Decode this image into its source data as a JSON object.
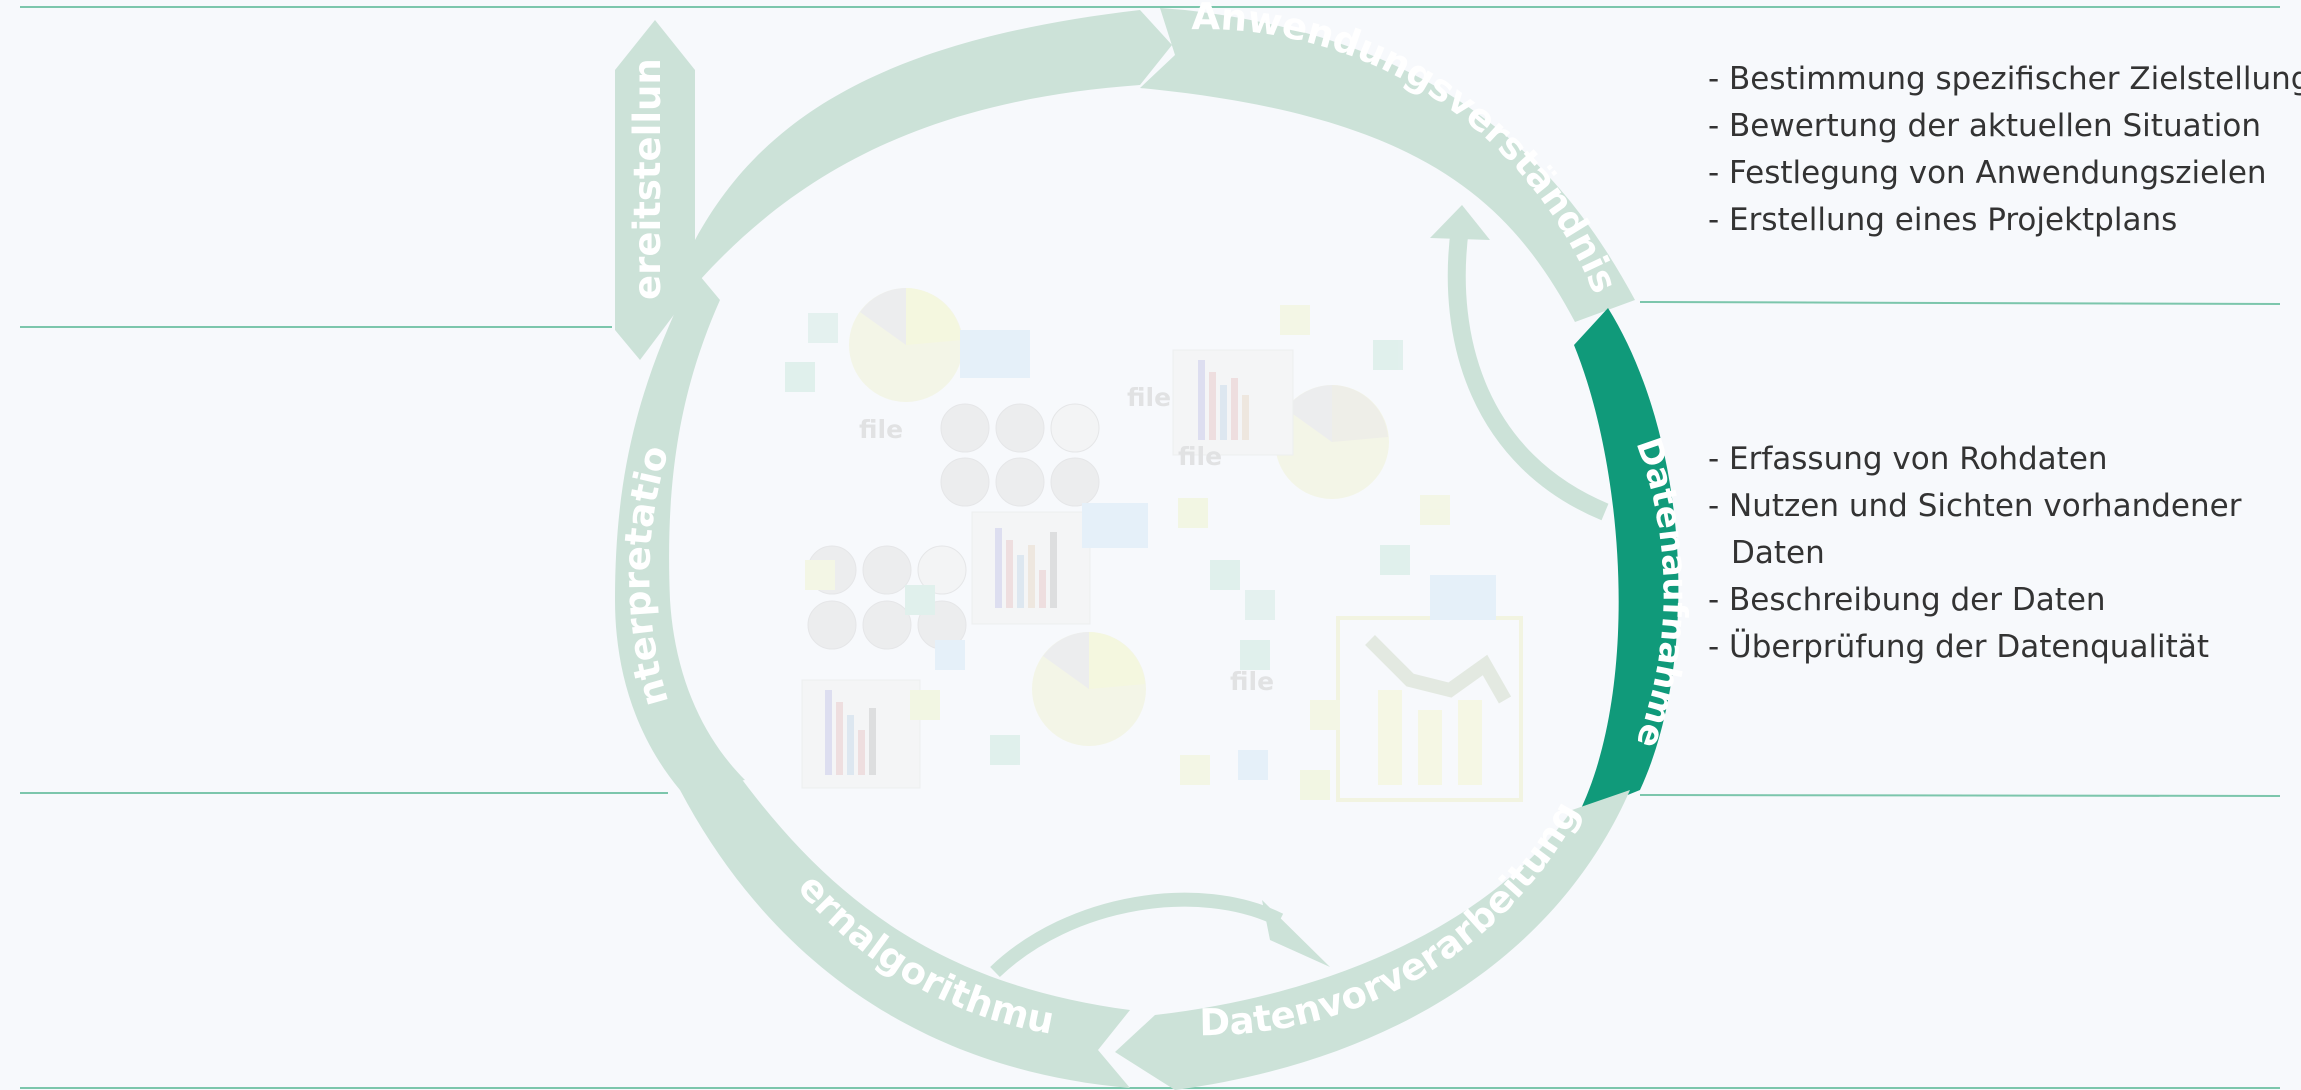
{
  "cycle": {
    "phases": [
      {
        "label": "Anwendungsverständnis",
        "active": false
      },
      {
        "label": "Datenaufnahme",
        "active": true
      },
      {
        "label": "Datenvorverarbeitung",
        "active": false
      },
      {
        "label": "Lernalgorithmus",
        "active": false
      },
      {
        "label": "Interpretation",
        "active": false
      },
      {
        "label": "Bereitstellung",
        "active": false
      }
    ]
  },
  "center": {
    "file_labels": [
      "file",
      "file",
      "file",
      "file"
    ]
  },
  "descriptions": {
    "anwendungsverstaendnis": [
      "- Bestimmung spezifischer Zielstellung",
      "- Bewertung der aktuellen Situation",
      "- Festlegung von Anwendungszielen",
      "- Erstellung eines Projektplans"
    ],
    "datenaufnahme": [
      "- Erfassung von Rohdaten",
      "- Nutzen und Sichten vorhandener Daten",
      "- Beschreibung der Daten",
      "- Überprüfung der Datenqualität"
    ]
  },
  "colors": {
    "background": "#f7f9fc",
    "arc_inactive": "#cce2d8",
    "arc_active": "#109a7a",
    "rule_line": "#7cc6ac",
    "text": "#333333"
  }
}
